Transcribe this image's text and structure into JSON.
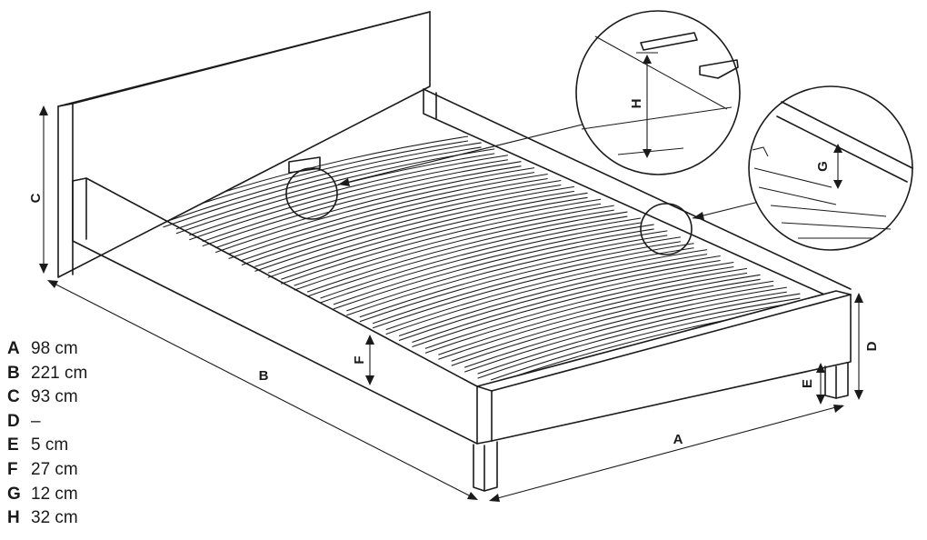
{
  "dimension_labels": {
    "A": "A",
    "B": "B",
    "C": "C",
    "D": "D",
    "E": "E",
    "F": "F",
    "G": "G",
    "H": "H"
  },
  "legend": [
    {
      "key": "A",
      "value": "98 cm"
    },
    {
      "key": "B",
      "value": "221 cm"
    },
    {
      "key": "C",
      "value": "93 cm"
    },
    {
      "key": "D",
      "value": "–"
    },
    {
      "key": "E",
      "value": "5 cm"
    },
    {
      "key": "F",
      "value": "27 cm"
    },
    {
      "key": "G",
      "value": "12 cm"
    },
    {
      "key": "H",
      "value": "32 cm"
    }
  ]
}
